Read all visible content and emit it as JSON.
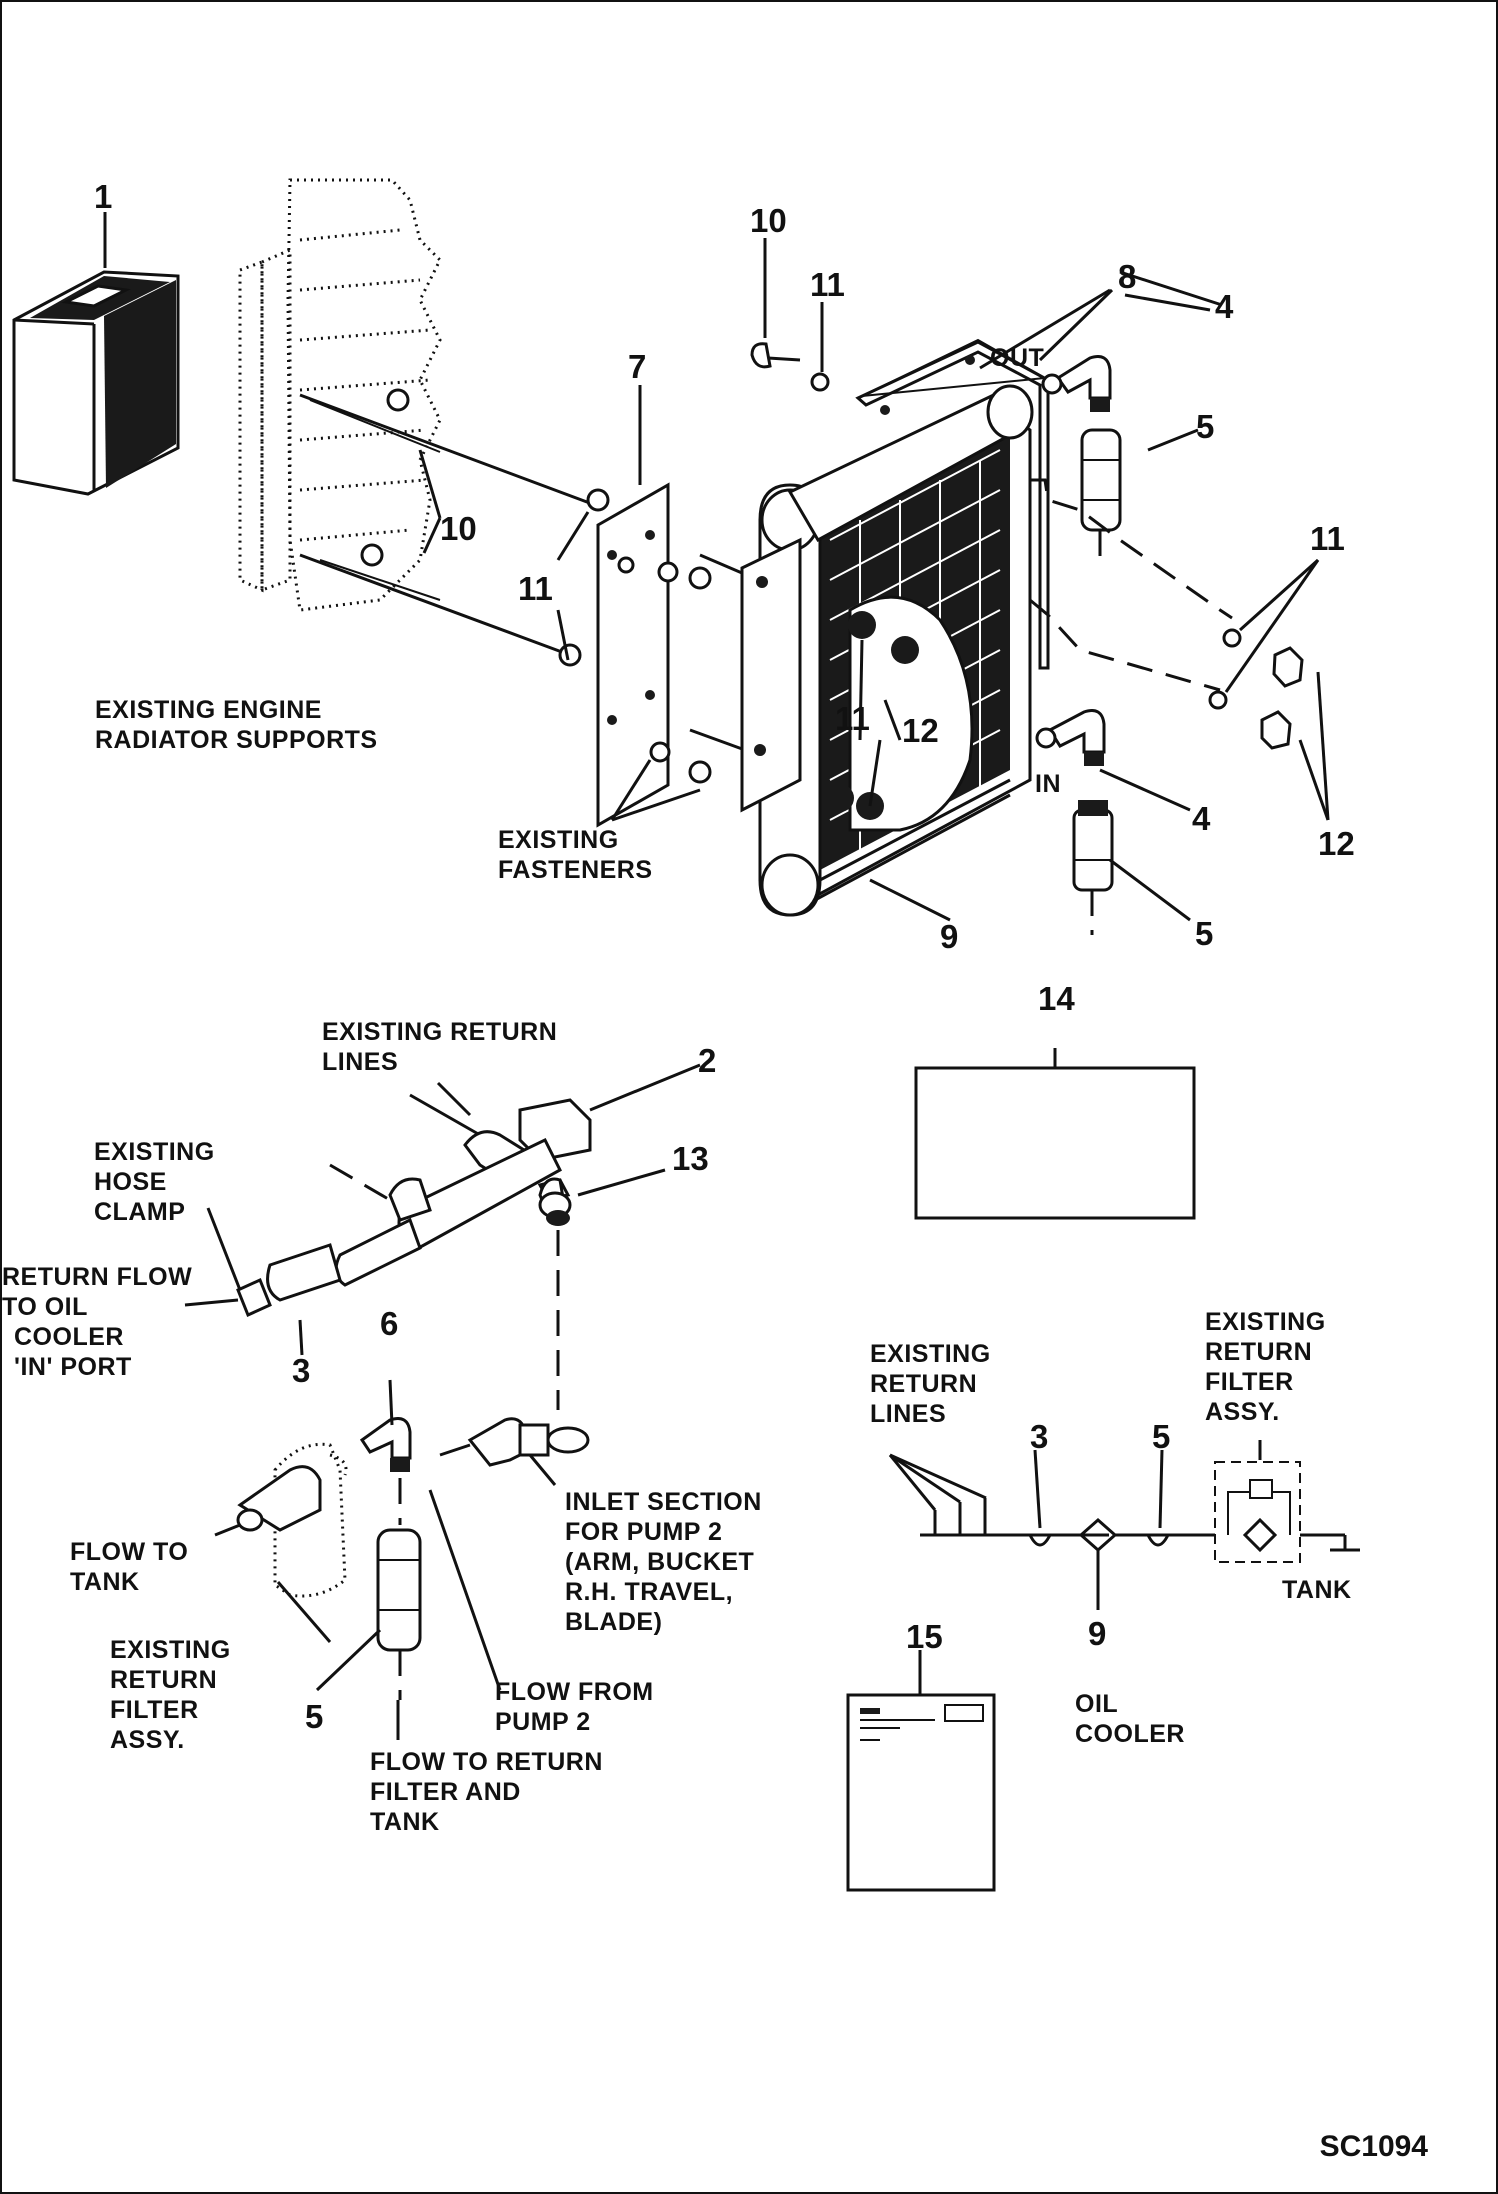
{
  "diagram": {
    "labels": {
      "existing_engine_radiator_supports": [
        "EXISTING ENGINE",
        "RADIATOR SUPPORTS"
      ],
      "existing_fasteners": [
        "EXISTING",
        "FASTENERS"
      ],
      "out": "OUT",
      "in": "IN",
      "existing_return_lines_top": [
        "EXISTING RETURN",
        "LINES"
      ],
      "existing_hose_clamp": [
        "EXISTING",
        "HOSE",
        "CLAMP"
      ],
      "return_flow": [
        "RETURN FLOW",
        "TO OIL",
        "COOLER",
        "'IN' PORT"
      ],
      "flow_to_tank": [
        "FLOW TO",
        "TANK"
      ],
      "existing_return_filter_assy_left": [
        "EXISTING",
        "RETURN",
        "FILTER",
        "ASSY."
      ],
      "flow_to_return_filter": [
        "FLOW  TO RETURN",
        "FILTER AND",
        "TANK"
      ],
      "flow_from_pump2": [
        "FLOW FROM",
        "PUMP 2"
      ],
      "inlet_section": [
        "INLET SECTION",
        "FOR  PUMP 2",
        "(ARM, BUCKET",
        "R.H. TRAVEL,",
        "BLADE)"
      ],
      "schematic_existing_return_lines": [
        "EXISTING",
        "RETURN",
        "LINES"
      ],
      "schematic_existing_return_filter": [
        "EXISTING",
        "RETURN",
        "FILTER",
        "ASSY."
      ],
      "tank": "TANK",
      "oil_cooler": [
        "OIL",
        "COOLER"
      ]
    },
    "part_numbers": {
      "p1": "1",
      "p2": "2",
      "p3": "3",
      "p4a": "4",
      "p4b": "4",
      "p5a": "5",
      "p5b": "5",
      "p5c": "5",
      "p6": "6",
      "p7": "7",
      "p8": "8",
      "p9": "9",
      "p10a": "10",
      "p10b": "10",
      "p11a": "11",
      "p11b": "11",
      "p11c": "11",
      "p11d": "11",
      "p12a": "12",
      "p12b": "12",
      "p13": "13",
      "p14": "14",
      "p15": "15",
      "s3": "3",
      "s5": "5",
      "s9": "9"
    },
    "drawing_code": "SC1094"
  }
}
